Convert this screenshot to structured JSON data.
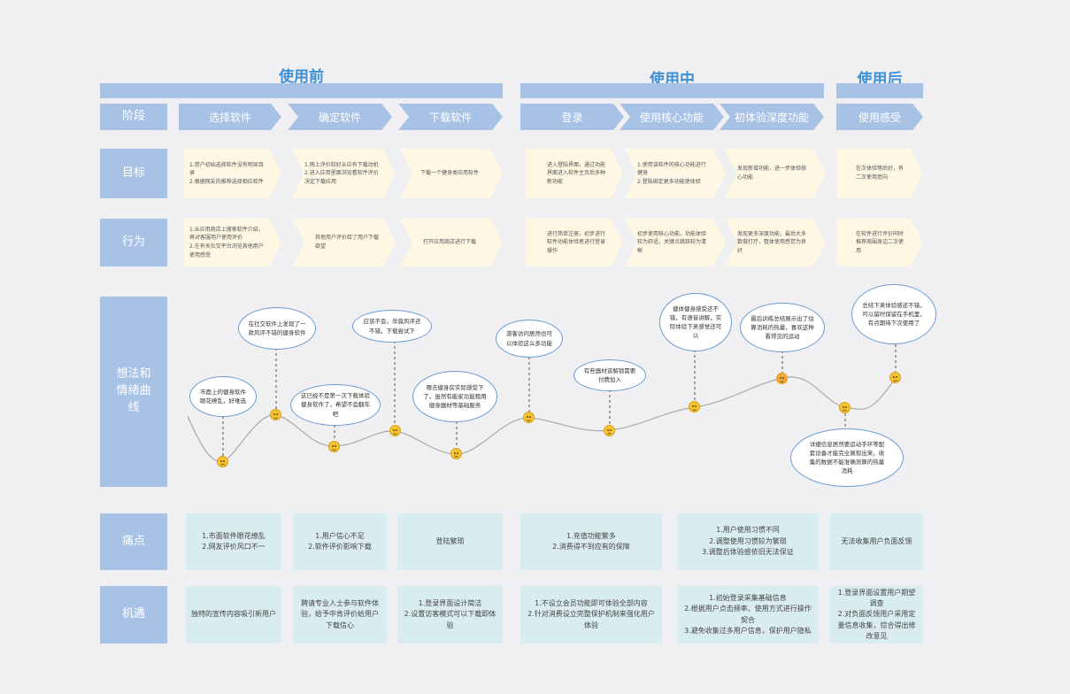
{
  "phases": [
    {
      "label": "使用前"
    },
    {
      "label": "使用中"
    },
    {
      "label": "使用后"
    }
  ],
  "row_heads": {
    "stage": "阶段",
    "goal": "目标",
    "behavior": "行为",
    "emotion": "想法和情绪曲线",
    "pain": "痛点",
    "opportunity": "机遇"
  },
  "stages": [
    "选择软件",
    "确定软件",
    "下载软件",
    "登录",
    "使用核心功能",
    "初体验深度功能",
    "使用感受"
  ],
  "goals": [
    "1.用户初始选择软件没有明显目录\n2.根据网友的推荐选择相应软件",
    "1.网上评价较好从应有下载动机\n2.进入应用里面浏览看软件评价决定下载应用",
    "下载一个健身类应用软件",
    "进入登陆界面，通过功能界面进入软件主页后多种新功能",
    "1.使用该软件的核心功能进行健身\n2.登陆绑定更多功能使体验",
    "发现新增功能，进一步体验核心功能",
    "在次体验等后好，有二次使用意向"
  ],
  "behaviors": [
    "1.从应用商店上搜索软件介绍，再对客服用户使用评价\n2.在有关社交平台浏览其他用户使用感受",
    "其他用户评价给了用户下载欲望",
    "打开应用商店进行下载",
    "进行简单注册，初步进行软件功能体验者进行登录操作",
    "初步使用核心功能，功能体验较为舒适，关键点跳跃较为清晰",
    "发现更多深度功能，最后大多数做打疗，整体使用感觉为良好",
    "在软件进行评价同时推荐周围身边二次使用"
  ],
  "bubbles": [
    "市面上的健身软件眼花缭乱，好难选",
    "在社交软件上发现了一款风评不错的健身软件",
    "这已经不是第一次下载体验健身软件了，希望不会翻车吧",
    "应该不会，毕竟风评还不错，下载尝试下",
    "哪去健身房实际感受下了，虽然有能家功能租用健身器材等基础服务",
    "游客访问居然也可以体验这么多功能",
    "有些器材该解锁需要付费加入",
    "健体健身感受还不错，有语音讲解，实际体验下来感觉还可以",
    "最后训练总结展示出了估算消耗的热量，喜欢这种看得见的运动",
    "详细信息居然要运动手环等配套设备才能完全展现出来，收集的数据不能准确测算的热量消耗",
    "总结下来体验感还不错，可以留时保留在手机里，有点期待下次使用了"
  ],
  "pains": [
    "1.市面软件眼花缭乱\n2.网友评价风口不一",
    "1.用户信心不足\n2.软件评价影响下载",
    "登陆繁琐",
    "1.充值功能繁多\n2.消费得不到应有的保障",
    "1.用户使用习惯不同\n2.调整使用习惯较为繁琐\n3.调整后体验感依旧无法保证",
    "无法收集用户负面反馈"
  ],
  "opportunities": [
    "独特的宣传内容吸引新用户",
    "聘请专业人士参与软件体验，给予中肯评价给用户下载信心",
    "1.登录界面设计简洁\n2.设置访客模式可以下载即体验",
    "1.不设立会员功能即可体验全部内容\n2.针对消费设立完整保护机制来强化用户体验",
    "1.初始登录采集基础信息\n2.根据用户点击频率、使用方式进行操作契合\n3.避免收集过多用户信息，保护用户隐私",
    "1.登录界面设置用户期望调查\n2.对负面反馈用户采用定量信息收集，综合得出修改意见"
  ],
  "curve_points": [
    {
      "stage": "选择软件",
      "emotion": "sad"
    },
    {
      "stage": "选择软件",
      "emotion": "happy"
    },
    {
      "stage": "确定软件",
      "emotion": "happy"
    },
    {
      "stage": "确定软件",
      "emotion": "happy"
    },
    {
      "stage": "下载软件",
      "emotion": "sad"
    },
    {
      "stage": "登录",
      "emotion": "happy"
    },
    {
      "stage": "登录",
      "emotion": "sad"
    },
    {
      "stage": "使用核心功能",
      "emotion": "happy"
    },
    {
      "stage": "初体验深度功能",
      "emotion": "happy"
    },
    {
      "stage": "使用感受",
      "emotion": "sad"
    },
    {
      "stage": "使用感受",
      "emotion": "happy"
    }
  ]
}
